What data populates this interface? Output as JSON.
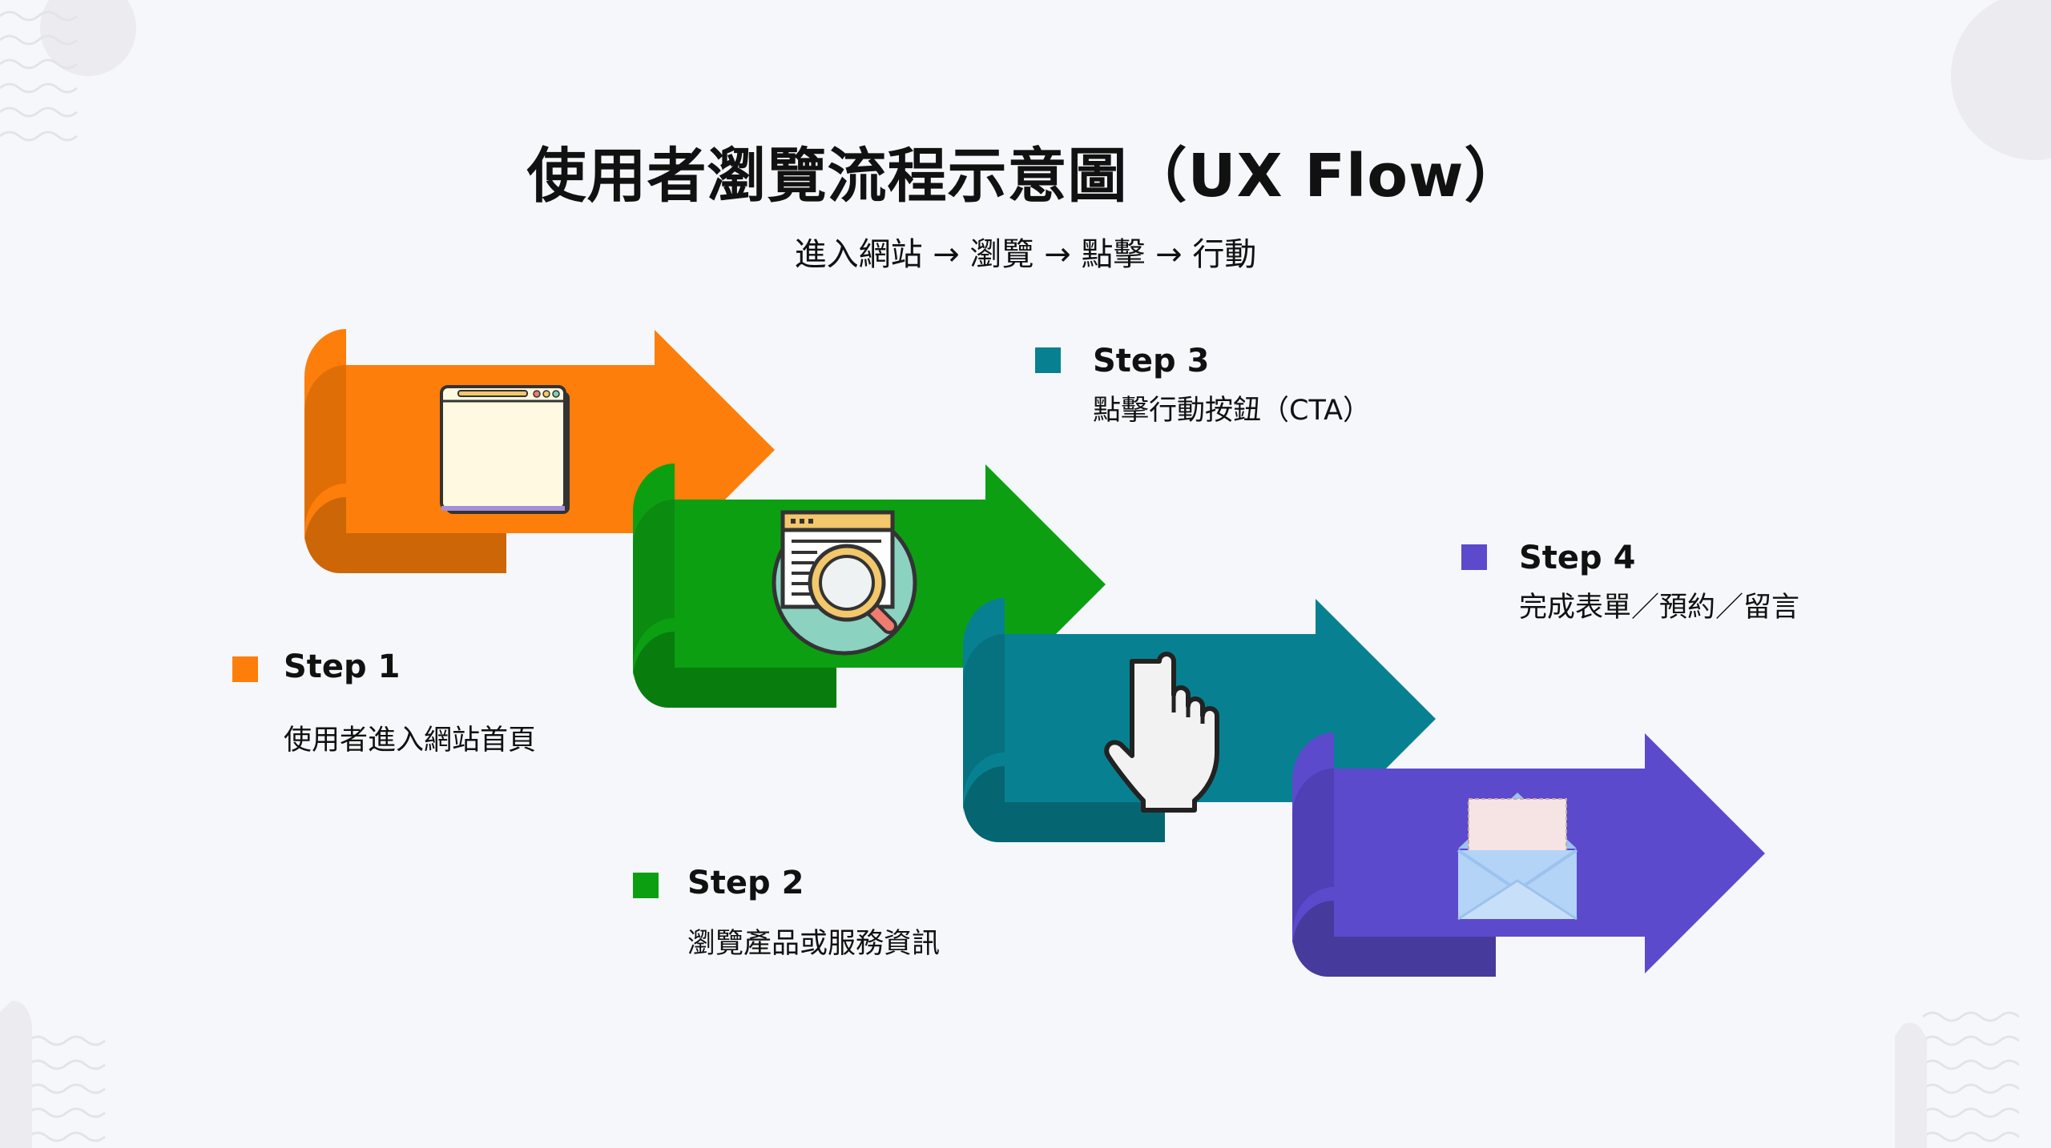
{
  "title": "使用者瀏覽流程示意圖（UX Flow）",
  "subtitle": "進入網站 → 瀏覽 → 點擊 → 行動",
  "colors": {
    "step1": "#fd7e0a",
    "step2": "#0d9f12",
    "step3": "#078191",
    "step4": "#5b4acc",
    "background": "#f6f7fb"
  },
  "steps": [
    {
      "label": "Step 1",
      "desc": "使用者進入網站首頁",
      "icon": "browser-window-icon"
    },
    {
      "label": "Step 2",
      "desc": "瀏覽產品或服務資訊",
      "icon": "magnifier-webpage-icon"
    },
    {
      "label": "Step 3",
      "desc": "點擊行動按鈕（CTA）",
      "icon": "pointer-hand-icon"
    },
    {
      "label": "Step 4",
      "desc": "完成表單／預約／留言",
      "icon": "envelope-letter-icon"
    }
  ]
}
